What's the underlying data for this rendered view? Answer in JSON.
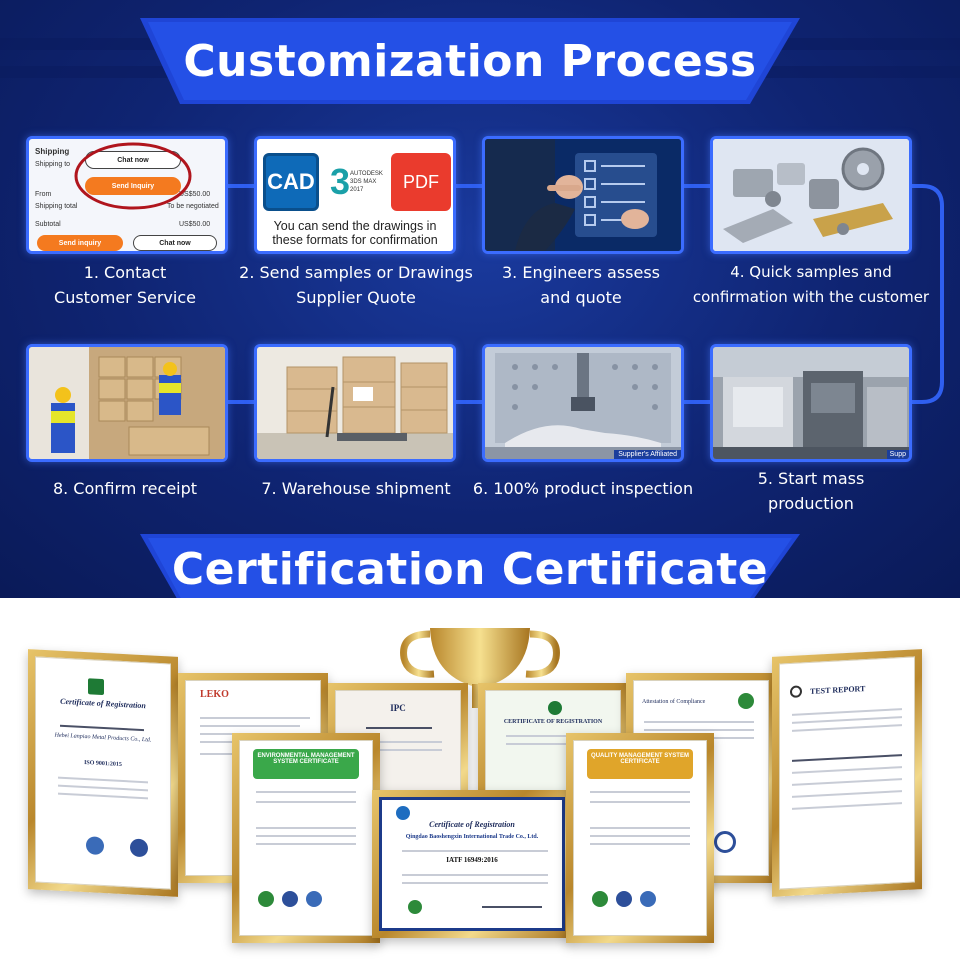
{
  "process": {
    "title": "Customization Process",
    "steps": [
      {
        "number": "1.",
        "label_line1": "1. Contact",
        "label_line2": "Customer Service"
      },
      {
        "number": "2.",
        "label_line1": "2. Send samples or Drawings",
        "label_line2": "Supplier Quote"
      },
      {
        "number": "3.",
        "label_line1": "3. Engineers assess",
        "label_line2": "and quote"
      },
      {
        "number": "4.",
        "label_line1": "4. Quick samples and",
        "label_line2": "confirmation with the customer"
      },
      {
        "number": "5.",
        "label_line1": "5. Start mass",
        "label_line2": "production"
      },
      {
        "number": "6.",
        "label_line1": "6. 100% product inspection",
        "label_line2": ""
      },
      {
        "number": "7.",
        "label_line1": "7. Warehouse shipment",
        "label_line2": ""
      },
      {
        "number": "8.",
        "label_line1": "8. Confirm receipt",
        "label_line2": ""
      }
    ],
    "card1": {
      "shipping": "Shipping",
      "chat_now": "Chat now",
      "send_inquiry": "Send Inquiry",
      "subtotal": "Subtotal",
      "price1": "US$50.00",
      "price2": "To be negotiated",
      "price3": "US$50.00",
      "row1": "Shipping to",
      "row2": "From",
      "row3": "Shipping total",
      "btn_left": "Send inquiry",
      "btn_right": "Chat now"
    },
    "card2": {
      "cad": "CAD",
      "three": "3",
      "autodesk": "AUTODESK 3DS MAX 2017",
      "pdf": "PDF",
      "caption": "You can send the drawings in these formats for confirmation"
    },
    "card5_badge": "Supp",
    "card6_badge": "Supplier's Affiliated"
  },
  "certificates": {
    "title": "Certification Certificate",
    "items": [
      {
        "title": "Certificate of Registration",
        "color": "#1c2a5a"
      },
      {
        "title": "LEKO",
        "color": "#c0392b"
      },
      {
        "title": "IPC",
        "color": "#1c2a5a"
      },
      {
        "title": "CERTIFICATE OF REGISTRATION",
        "color": "#1e7a35"
      },
      {
        "title": "Attestation of Compliance",
        "color": "#1c2a5a"
      },
      {
        "title": "TEST REPORT",
        "color": "#111111"
      },
      {
        "title": "ENVIRONMENTAL MANAGEMENT SYSTEM CERTIFICATE",
        "color": "#3aa84a"
      },
      {
        "title": "Certificate of Registration",
        "color": "#1c2a5a"
      },
      {
        "title": "QUALITY MANAGEMENT SYSTEM CERTIFICATE",
        "color": "#e0a52a"
      }
    ],
    "center_company": "Qingdao Baoshengxin International Trade Co., Ltd.",
    "center_standard": "IATF 16949:2016",
    "left_company": "Hebei Lanpiao Metal Products Co., Ltd.",
    "left_standard": "ISO 9001:2015"
  },
  "colors": {
    "navy": "#0f2472",
    "accent_blue": "#3b6cff",
    "gold": "#c9a047"
  }
}
